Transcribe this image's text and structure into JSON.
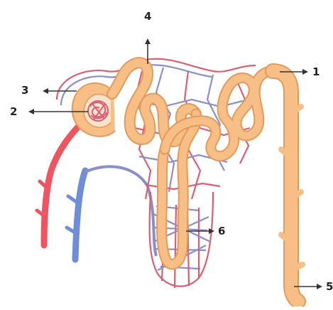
{
  "figure": {
    "labels": [
      "1",
      "2",
      "3",
      "4",
      "5",
      "6"
    ]
  },
  "colors": {
    "tubule": "#f7be86",
    "tubule_edge": "#e29b5b",
    "capillary_red": "#d95f75",
    "capillary_blue": "#8a8fc8",
    "artery": "#ee5560",
    "vein": "#6f8ed8",
    "arrow": "#333333"
  }
}
